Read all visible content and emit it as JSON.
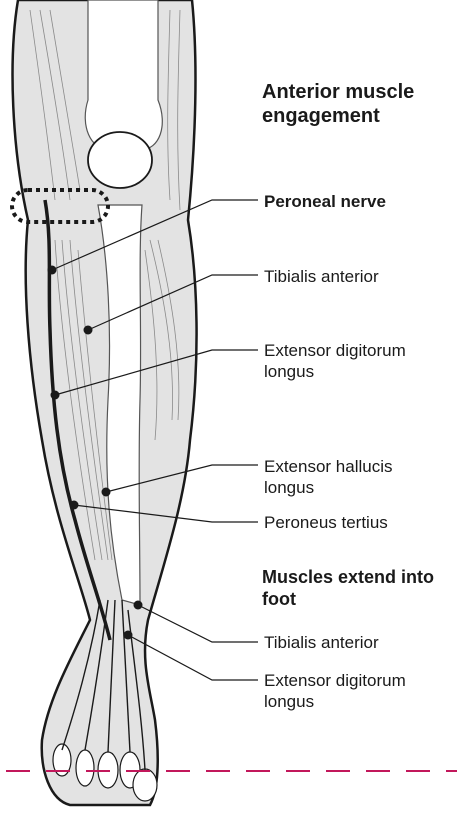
{
  "headings": {
    "top": "Anterior muscle engagement",
    "bottom": "Muscles extend into foot"
  },
  "labels": [
    {
      "id": "peroneal-nerve",
      "text": "Peroneal nerve",
      "bold": true
    },
    {
      "id": "tibialis-anterior-1",
      "text": "Tibialis anterior",
      "bold": false
    },
    {
      "id": "extensor-digitorum-1",
      "text": "Extensor digitorum longus",
      "bold": false
    },
    {
      "id": "extensor-hallucis",
      "text": "Extensor hallucis longus",
      "bold": false
    },
    {
      "id": "peroneus-tertius",
      "text": "Peroneus tertius",
      "bold": false
    },
    {
      "id": "tibialis-anterior-2",
      "text": "Tibialis anterior",
      "bold": false
    },
    {
      "id": "extensor-digitorum-2",
      "text": "Extensor digitorum longus",
      "bold": false
    }
  ],
  "colors": {
    "leader": "#1a1a1a",
    "leg_fill": "#e3e3e3",
    "bone_fill": "#ffffff",
    "nerve": "#1a1a1a",
    "dash_line": "#c2185b",
    "highlight_outline": "#1a1a1a"
  },
  "icons": {
    "highlight": "dotted-oval-highlight",
    "divider": "dashed-line"
  }
}
